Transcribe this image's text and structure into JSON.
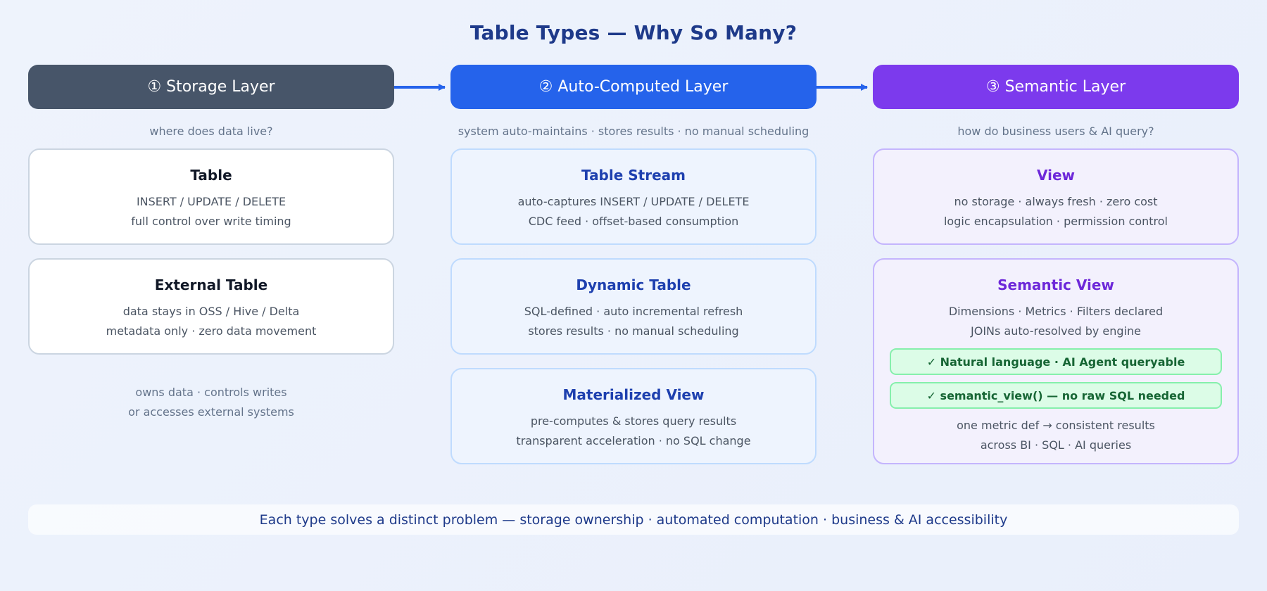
{
  "title": "Table Types — Why So Many?",
  "colors": {
    "storage": "#475569",
    "auto": "#2563eb",
    "semantic": "#7c3aed",
    "arrow": "#2563eb",
    "badge_bg": "#dcfce7",
    "badge_border": "#86efac",
    "title": "#1e3a8a"
  },
  "columns": [
    {
      "header": "① Storage Layer",
      "subtitle": "where does data live?",
      "cards": [
        {
          "title": "Table",
          "lines": [
            "INSERT / UPDATE / DELETE",
            "full control over write timing"
          ]
        },
        {
          "title": "External Table",
          "lines": [
            "data stays in OSS / Hive / Delta",
            "metadata only · zero data movement"
          ]
        }
      ],
      "note": [
        "owns data · controls writes",
        "or accesses external systems"
      ]
    },
    {
      "header": "② Auto-Computed Layer",
      "subtitle": "system auto-maintains · stores results · no manual scheduling",
      "cards": [
        {
          "title": "Table Stream",
          "lines": [
            "auto-captures INSERT / UPDATE / DELETE",
            "CDC feed · offset-based consumption"
          ]
        },
        {
          "title": "Dynamic Table",
          "lines": [
            "SQL-defined · auto incremental refresh",
            "stores results · no manual scheduling"
          ]
        },
        {
          "title": "Materialized View",
          "lines": [
            "pre-computes & stores query results",
            "transparent acceleration · no SQL change"
          ]
        }
      ]
    },
    {
      "header": "③ Semantic Layer",
      "subtitle": "how do business users & AI query?",
      "cards": [
        {
          "title": "View",
          "lines": [
            "no storage · always fresh · zero cost",
            "logic encapsulation · permission control"
          ]
        },
        {
          "title": "Semantic View",
          "lines": [
            "Dimensions · Metrics · Filters declared",
            "JOINs auto-resolved by engine"
          ],
          "badges": [
            "✓ Natural language · AI Agent queryable",
            "✓ semantic_view() — no raw SQL needed"
          ],
          "bottom_lines": [
            "one metric def → consistent results",
            "across BI · SQL · AI queries"
          ]
        }
      ]
    }
  ],
  "footer": "Each type solves a distinct problem — storage ownership · automated computation · business & AI accessibility"
}
